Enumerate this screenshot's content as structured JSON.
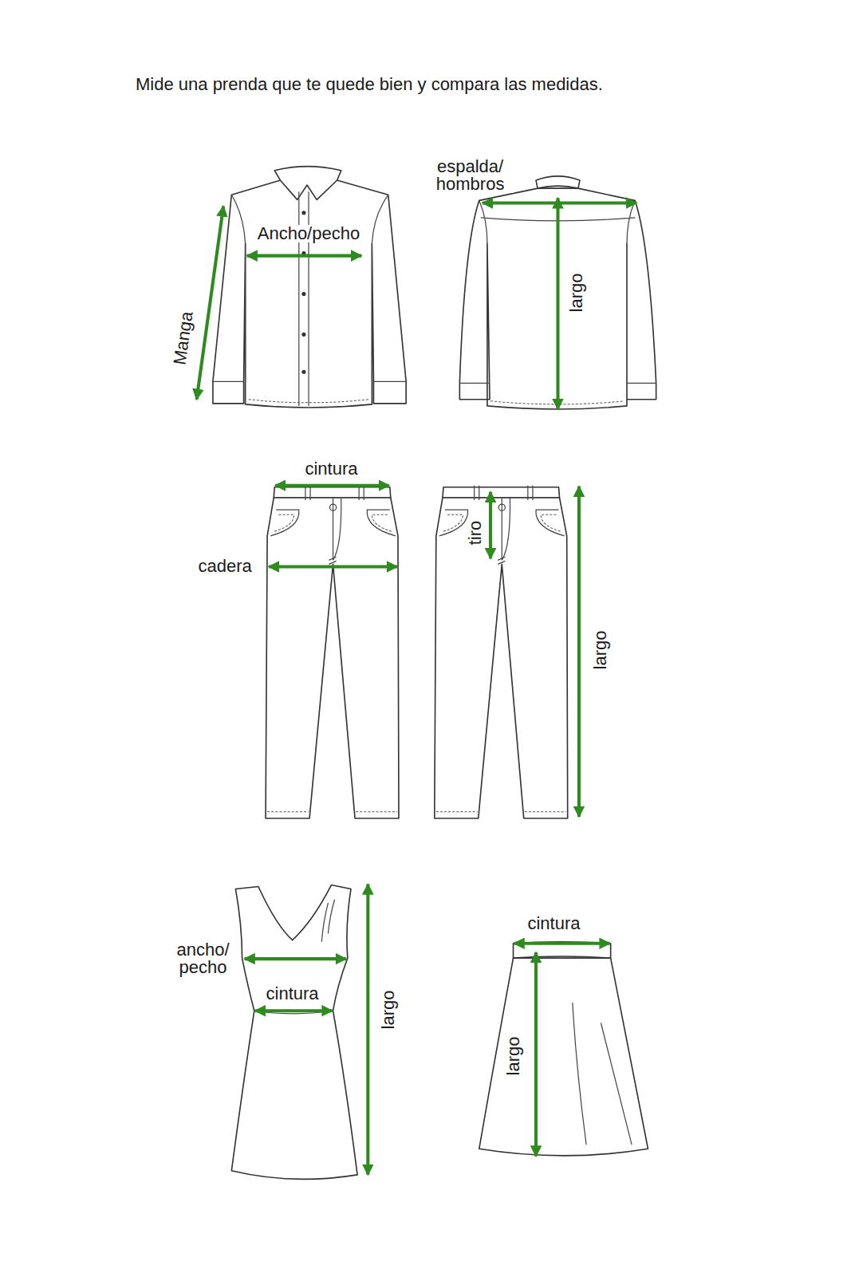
{
  "diagram": {
    "title": "Mide una prenda que te quede bien y compara las medidas.",
    "labels": [
      "Ancho/pecho",
      "Manga",
      "espalda/ hombros",
      "largo",
      "cintura",
      "cadera",
      "tiro",
      "largo",
      "ancho/ pecho",
      "cintura",
      "largo",
      "cintura",
      "largo"
    ]
  }
}
